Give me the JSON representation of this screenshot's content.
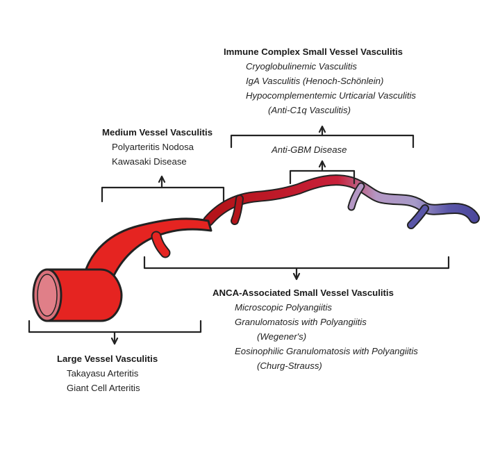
{
  "immune_complex": {
    "heading": "Immune Complex  Small Vessel Vasculitis",
    "items": [
      "Cryoglobulinemic Vasculitis",
      "IgA Vasculitis (Henoch-Schönlein)",
      "Hypocomplementemic Urticarial Vasculitis",
      "(Anti-C1q Vasculitis)"
    ]
  },
  "anti_gbm": {
    "label": "Anti-GBM Disease"
  },
  "medium_vessel": {
    "heading": "Medium Vessel Vasculitis",
    "items": [
      "Polyarteritis Nodosa",
      "Kawasaki Disease"
    ]
  },
  "anca": {
    "heading": "ANCA-Associated Small Vessel Vasculitis",
    "items": [
      "Microscopic Polyangiitis",
      "Granulomatosis with Polyangiitis",
      "(Wegener's)",
      "Eosinophilic Granulomatosis with Polyangiitis",
      "(Churg-Strauss)"
    ]
  },
  "large_vessel": {
    "heading": "Large Vessel Vasculitis",
    "items": [
      "Takayasu Arteritis",
      "Giant Cell Arteritis"
    ]
  },
  "colors": {
    "artery_red": "#e52421",
    "artery_dark": "#b5141a",
    "lumen_pink": "#d9707a",
    "capillary_lavender": "#a79ac8",
    "vein_blue": "#5a56a8"
  }
}
